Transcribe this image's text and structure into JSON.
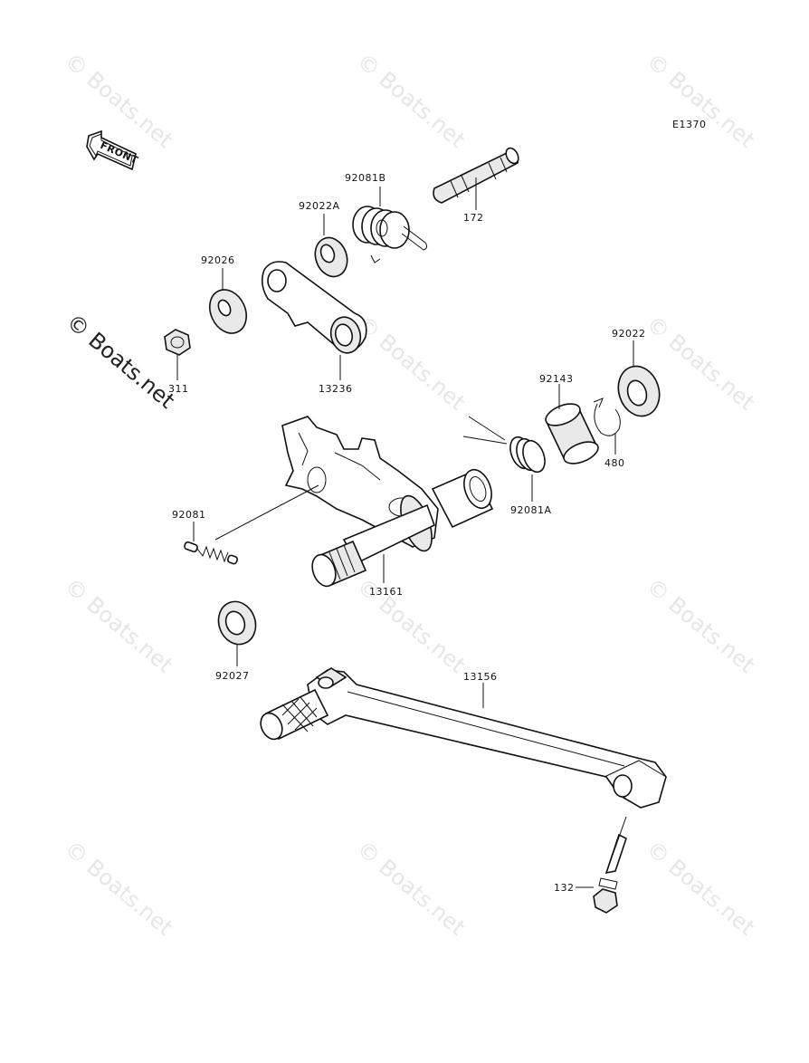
{
  "diagram": {
    "ref_code": "E1370",
    "front_arrow_label": "FRONT",
    "watermark": "© Boats.net",
    "parts": [
      {
        "id": "p172",
        "label": "172"
      },
      {
        "id": "p92081B",
        "label": "92081B"
      },
      {
        "id": "p92022A",
        "label": "92022A"
      },
      {
        "id": "p92026",
        "label": "92026"
      },
      {
        "id": "p311",
        "label": "311"
      },
      {
        "id": "p13236",
        "label": "13236"
      },
      {
        "id": "p92022",
        "label": "92022"
      },
      {
        "id": "p92143",
        "label": "92143"
      },
      {
        "id": "p480",
        "label": "480"
      },
      {
        "id": "p92081A",
        "label": "92081A"
      },
      {
        "id": "p92081",
        "label": "92081"
      },
      {
        "id": "p13161",
        "label": "13161"
      },
      {
        "id": "p92027",
        "label": "92027"
      },
      {
        "id": "p13156",
        "label": "13156"
      },
      {
        "id": "p132",
        "label": "132"
      }
    ]
  },
  "colors": {
    "line": "#111111",
    "watermark": "#e6e6e6",
    "background": "#ffffff"
  }
}
